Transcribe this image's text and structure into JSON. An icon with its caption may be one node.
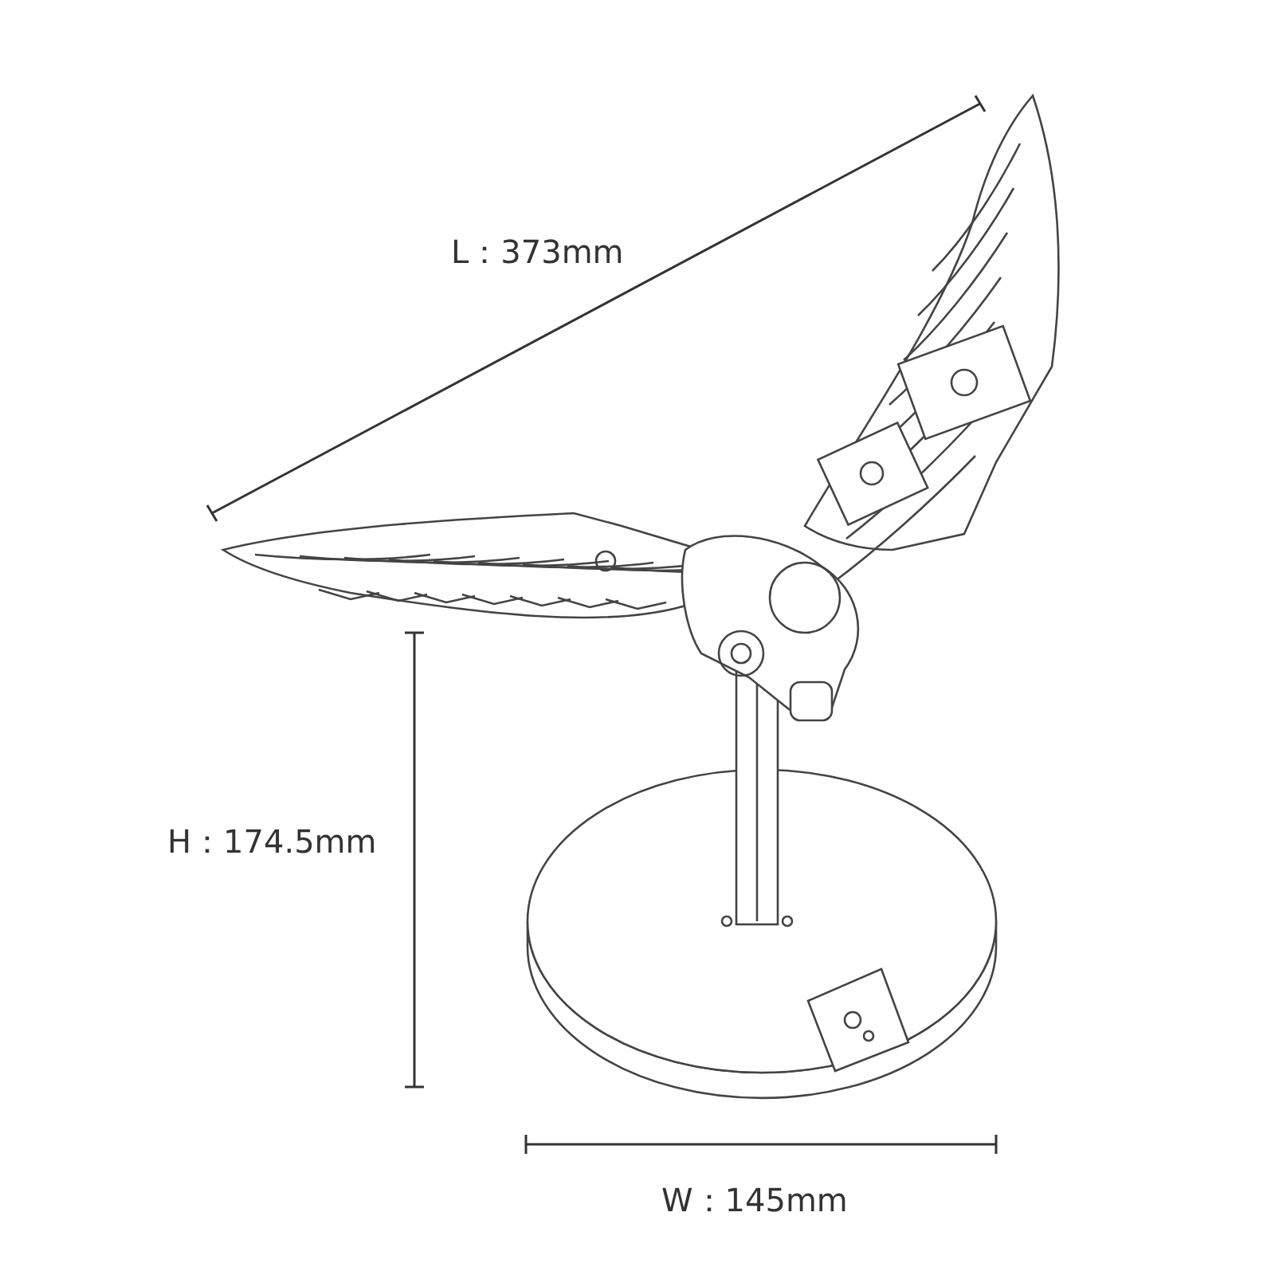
{
  "diagram": {
    "labels": [
      "L：373mm",
      "H：174.5mm",
      "W：145mm"
    ]
  }
}
